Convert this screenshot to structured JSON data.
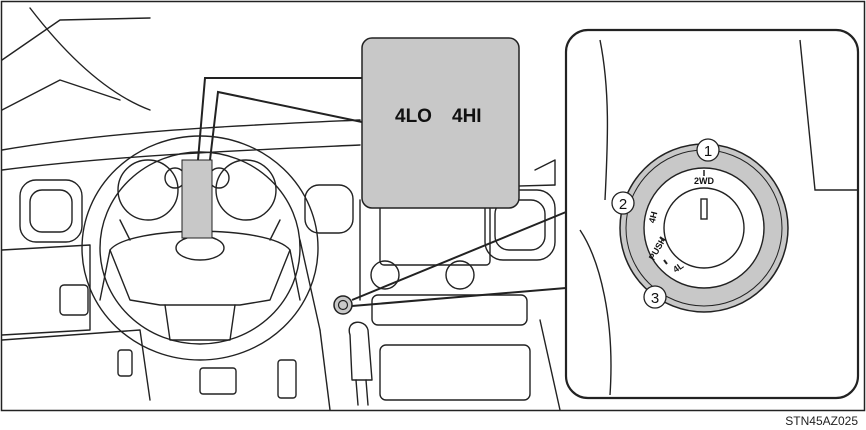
{
  "indicator": {
    "left_label": "4LO",
    "right_label": "4HI"
  },
  "switch_detail": {
    "callouts": [
      "1",
      "2",
      "3"
    ],
    "dial_positions": {
      "top": "2WD",
      "left": "4H",
      "bottom_push": "PUSH",
      "bottom": "4L"
    }
  },
  "figure_code": "STN45AZ025",
  "colors": {
    "callout_panel": "#c8c8c8",
    "line": "#222222",
    "background": "#ffffff"
  }
}
